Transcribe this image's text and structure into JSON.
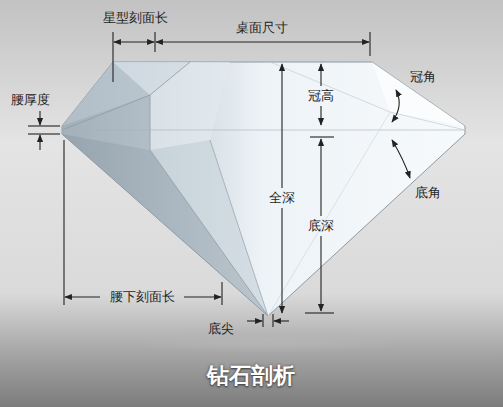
{
  "diagram": {
    "title": "钻石剖析",
    "labels": [
      "星型刻面长",
      "桌面尺寸",
      "腰厚度",
      "冠高",
      "冠角",
      "全深",
      "底深",
      "底角",
      "腰下刻面长",
      "底尖"
    ]
  }
}
